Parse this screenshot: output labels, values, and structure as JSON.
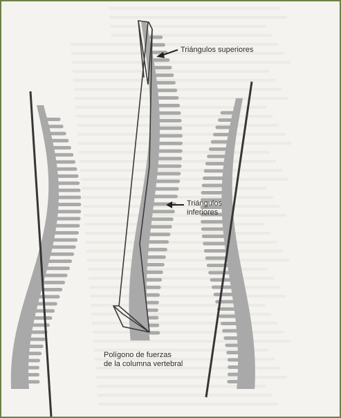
{
  "figure": {
    "label_superiores": "Triángulos superiores",
    "label_inferiores_line1": "Triángulos",
    "label_inferiores_line2": "inferiores",
    "caption_line1": "Polígono de fuerzas",
    "caption_line2": "de la columna vertebral"
  },
  "colors": {
    "frame": "#6f7f46",
    "spine": "#a6a6a6",
    "spine_light": "#c9c9c9",
    "line": "#3a3a3a",
    "bleed_text": "#e2e0db",
    "paper": "#f4f3ef"
  }
}
